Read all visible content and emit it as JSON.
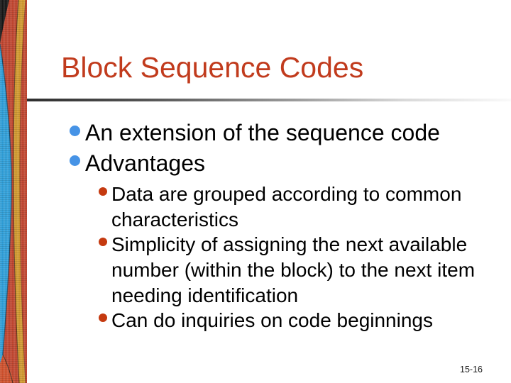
{
  "slide": {
    "title": "Block Sequence Codes",
    "page_number": "15-16"
  },
  "content": {
    "bullets": [
      {
        "level": 1,
        "text": "An extension of the sequence code"
      },
      {
        "level": 1,
        "text": "Advantages"
      },
      {
        "level": 2,
        "text": "Data are grouped according to common\ncharacteristics"
      },
      {
        "level": 2,
        "text": "Simplicity of assigning the next available\nnumber (within the block) to the next item\nneeding identification"
      },
      {
        "level": 2,
        "text": "Can do inquiries on code beginnings"
      }
    ]
  },
  "colors": {
    "title_text": "#c13b1d",
    "body_text": "#000000",
    "level1_bullet": "#4693e6",
    "level2_bullet": "#c53a10",
    "divider_dark": "#2e2e2e",
    "strip_red": "#c1452f",
    "strip_gold": "#d29a2e",
    "strip_blue": "#2f9fd9",
    "strip_black": "#161616",
    "strip_orange": "#d0512c"
  },
  "icons": {
    "level1_bullet_shape": "filled-circle",
    "level2_bullet_shape": "filled-circle"
  }
}
